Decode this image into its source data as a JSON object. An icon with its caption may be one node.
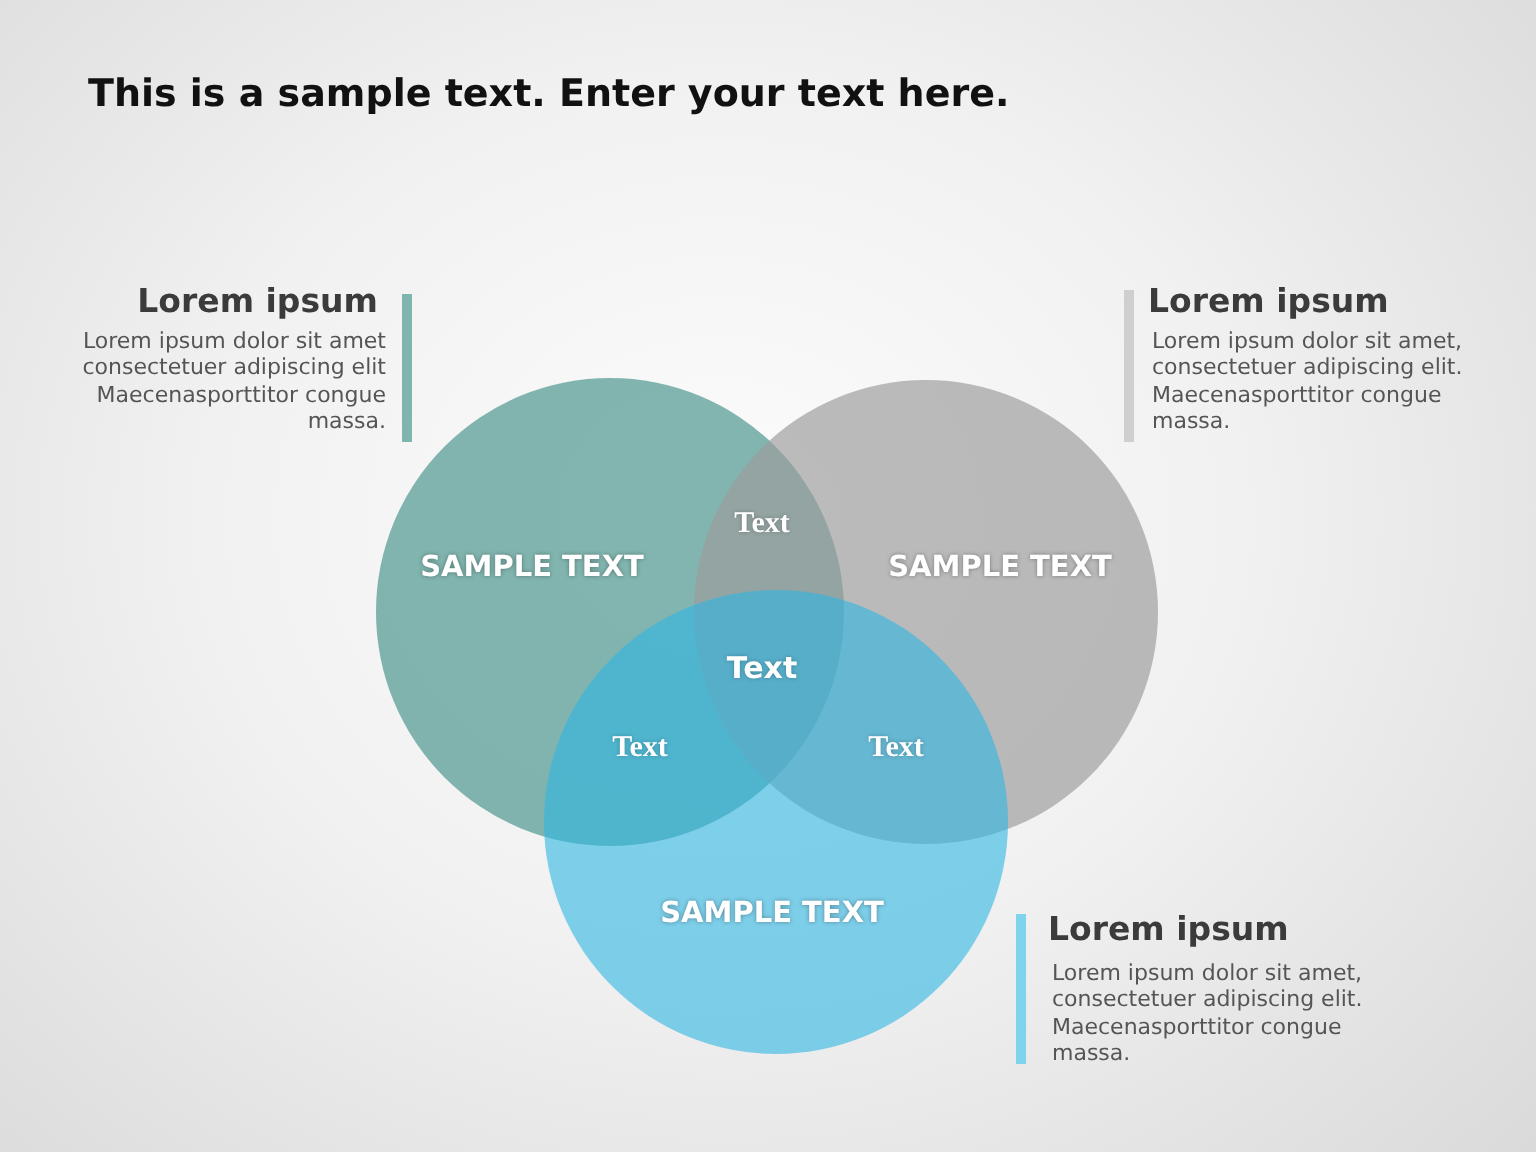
{
  "diagram": {
    "title": "This is a sample text. Enter your text here.",
    "nodes": [
      {
        "text": [
          "SAMPLE TEXT"
        ],
        "beside": [
          "Lorem ipsum",
          "Lorem ipsum dolor sit amet consectetuer adipiscing elit Maecenasporttitor congue massa."
        ]
      },
      {
        "text": [
          "SAMPLE TEXT"
        ],
        "beside": [
          "Lorem ipsum",
          "Lorem ipsum dolor sit amet, consectetuer adipiscing elit. Maecenasporttitor congue massa."
        ]
      },
      {
        "text": [
          "SAMPLE TEXT"
        ],
        "beside": [
          "Lorem ipsum",
          "Lorem ipsum dolor sit amet, consectetuer adipiscing elit. Maecenasporttitor congue massa."
        ]
      }
    ],
    "labels": [
      "Text",
      "Text",
      "Text",
      "Text"
    ]
  }
}
